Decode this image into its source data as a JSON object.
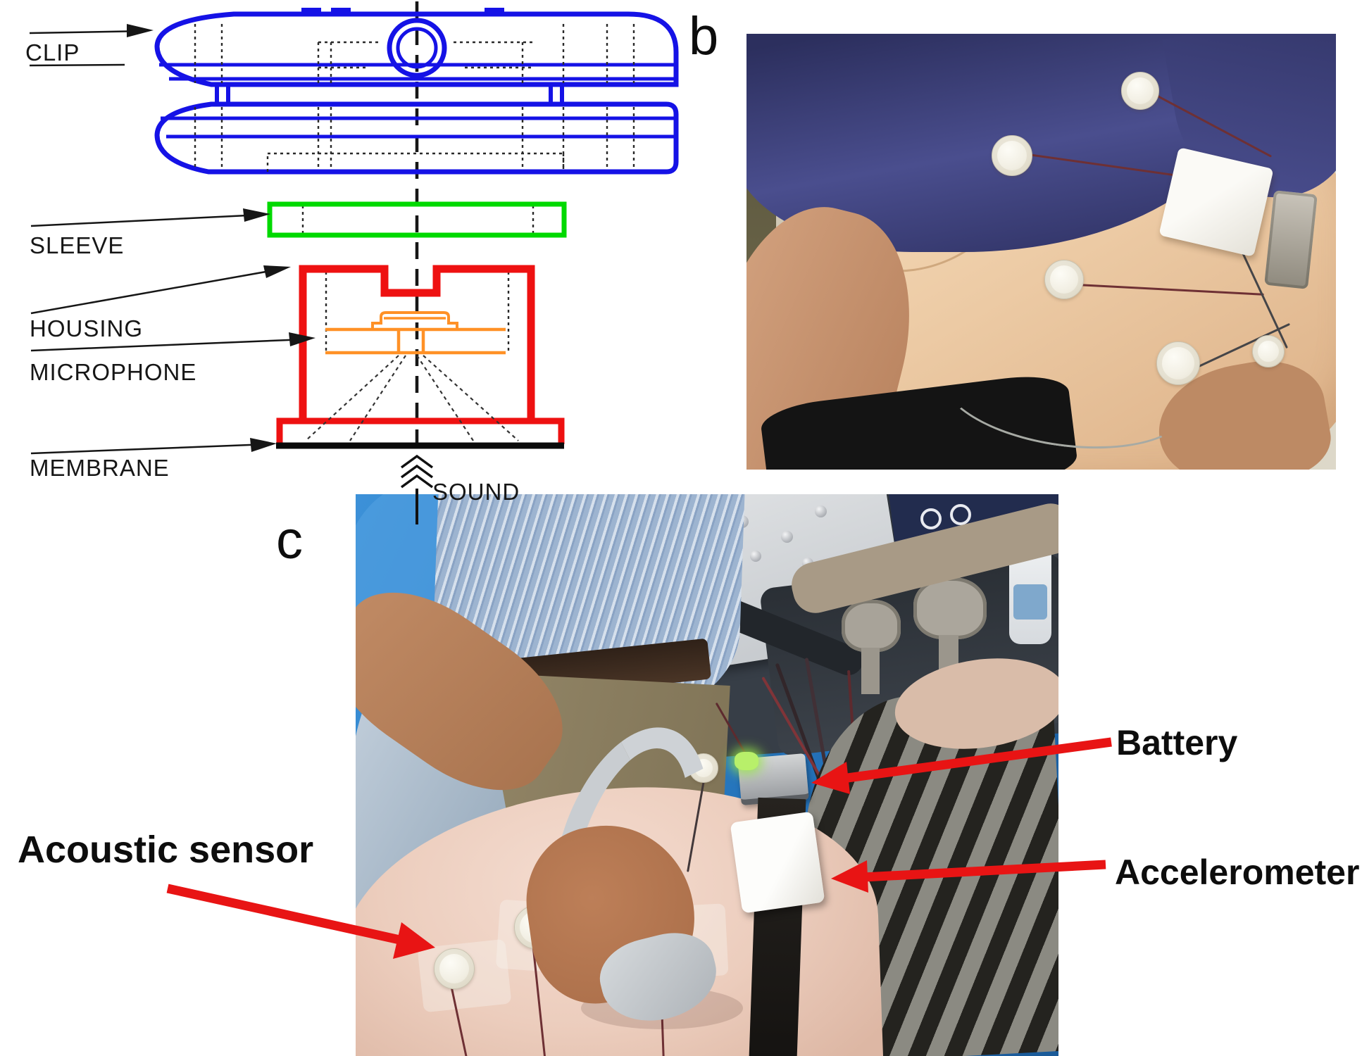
{
  "figure": {
    "panel_a": {
      "labels": {
        "clip": "CLIP",
        "sleeve": "SLEEVE",
        "housing": "HOUSING",
        "microphone": "MICROPHONE",
        "membrane": "MEMBRANE",
        "sound": "SOUND"
      },
      "colors": {
        "clip": "#1512e6",
        "sleeve": "#00d900",
        "housing": "#ee1111",
        "microphone": "#ff9126",
        "membrane": "#0a0a0a",
        "centerline": "#161616"
      }
    },
    "panel_b": {
      "label": "b"
    },
    "panel_c": {
      "label": "c",
      "annotations": {
        "acoustic_sensor": "Acoustic sensor",
        "battery": "Battery",
        "accelerometer": "Accelerometer"
      },
      "annotation_color": "#e81414"
    }
  }
}
